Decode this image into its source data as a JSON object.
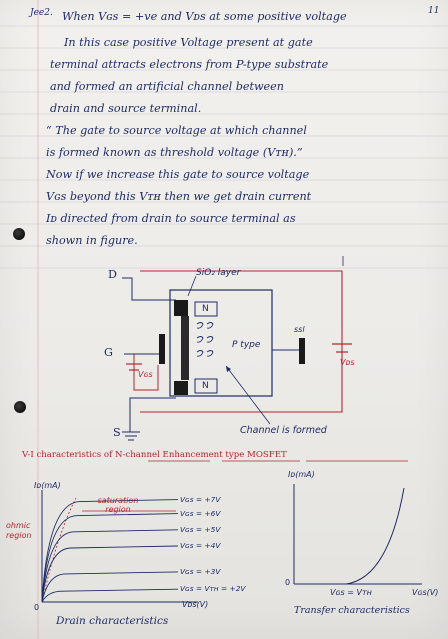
{
  "note": {
    "page_marker": "Jee2.",
    "corner_mark": "11",
    "lines": [
      "When Vɢs = +ve and Vᴅs at some positive voltage",
      "In this case positive Voltage present at gate",
      "terminal attracts electrons from P-type substrate",
      "and formed an artificial channel between",
      "drain and source terminal.",
      "“ The gate to source voltage at which channel",
      "is formed known as threshold voltage (Vᴛʜ).”",
      "Now if we increase this gate to source voltage",
      "Vɢs beyond this Vᴛʜ then we get drain current",
      "Iᴅ directed from drain to source terminal as",
      "shown in figure."
    ]
  },
  "diagram": {
    "drain_label": "D",
    "gate_label": "G",
    "source_label": "S",
    "oxide_label": "SiO₂ layer",
    "n_top": "N",
    "n_bottom": "N",
    "ptype_label": "P type",
    "ss_label": "ssl",
    "vgs_label": "Vɢs",
    "vds_label": "Vᴅs",
    "channel_label": "Channel is formed"
  },
  "vi": {
    "heading": "V-I characteristics of N-channel Enhancement type MOSFET",
    "drain": {
      "ylabel": "Iᴅ(mA)",
      "saturation_label": "saturation region",
      "ohmic_label": "ohmic region",
      "xlabel": "Vᴅs(V)",
      "caption": "Drain characteristics",
      "origin": "0",
      "curves": [
        {
          "label": "Vɢs = +7V",
          "level": 0.93
        },
        {
          "label": "Vɢs = +6V",
          "level": 0.8
        },
        {
          "label": "Vɢs = +5V",
          "level": 0.65
        },
        {
          "label": "Vɢs = +4V",
          "level": 0.5
        },
        {
          "label": "Vɢs = +3V",
          "level": 0.26
        },
        {
          "label": "Vɢs = Vᴛʜ = +2V",
          "level": 0.1
        }
      ]
    },
    "transfer": {
      "ylabel": "Iᴅ(mA)",
      "xlabel": "Vɢs(V)",
      "threshold_label": "Vɢs = Vᴛʜ",
      "caption": "Transfer characteristics",
      "origin": "0"
    }
  }
}
